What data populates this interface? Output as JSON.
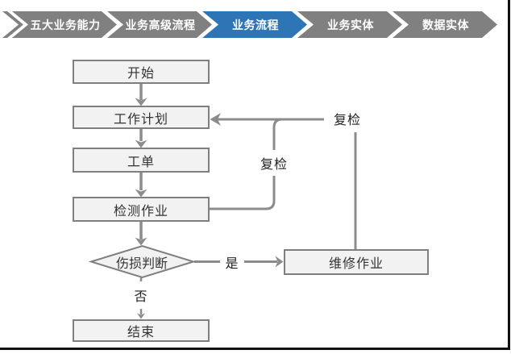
{
  "nav": {
    "items": [
      {
        "label": "五大业务能力",
        "active": false
      },
      {
        "label": "业务高级流程",
        "active": false
      },
      {
        "label": "业务流程",
        "active": true
      },
      {
        "label": "业务实体",
        "active": false
      },
      {
        "label": "数据实体",
        "active": false
      }
    ]
  },
  "flowchart": {
    "nodes": [
      {
        "id": "start",
        "label": "开始",
        "type": "process"
      },
      {
        "id": "work-plan",
        "label": "工作计划",
        "type": "process"
      },
      {
        "id": "work-order",
        "label": "工单",
        "type": "process"
      },
      {
        "id": "inspection",
        "label": "检测作业",
        "type": "process"
      },
      {
        "id": "damage-decision",
        "label": "伤损判断",
        "type": "decision"
      },
      {
        "id": "repair",
        "label": "维修作业",
        "type": "process"
      },
      {
        "id": "end",
        "label": "结束",
        "type": "process"
      }
    ],
    "edge_labels": {
      "recheck_from_inspection": "复检",
      "recheck_from_repair": "复检",
      "yes": "是",
      "no": "否"
    }
  },
  "colors": {
    "chevron_gray": "#808080",
    "chevron_active_blue": "#2E75B6",
    "line_gray": "#8C8C8C",
    "node_border": "#7F7F7F",
    "node_fill": "#F2F2F2",
    "page_edge_black": "#111111"
  }
}
